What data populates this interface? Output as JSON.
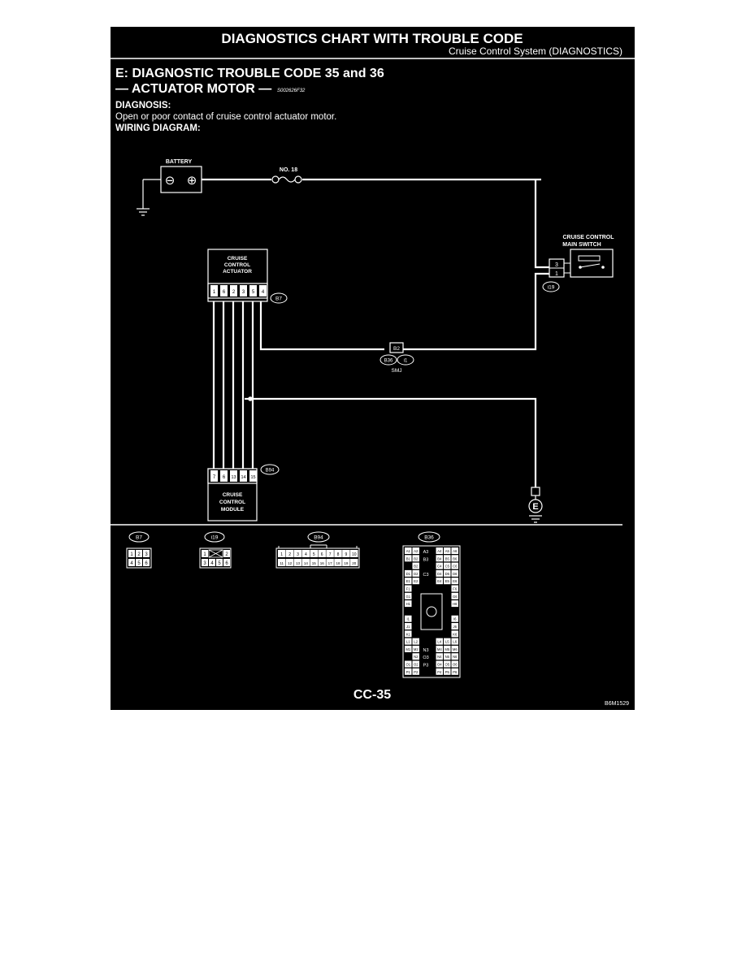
{
  "header": {
    "title": "DIAGNOSTICS CHART WITH TROUBLE CODE",
    "subtitle": "Cruise Control System (DIAGNOSTICS)"
  },
  "section": {
    "title_line1": "E:  DIAGNOSTIC TROUBLE CODE 35 and 36",
    "title_line2": "— ACTUATOR MOTOR —",
    "ref_code": "S002626F32"
  },
  "diagnosis": {
    "label": "DIAGNOSIS:",
    "text": "Open or poor contact of cruise control actuator motor.",
    "wiring_label": "WIRING DIAGRAM:"
  },
  "diagram": {
    "battery_label": "BATTERY",
    "battery_minus": "⊖",
    "battery_plus": "⊕",
    "fuse_label": "NO. 18",
    "switch_label_1": "CRUISE CONTROL",
    "switch_label_2": "MAIN SWITCH",
    "switch_pin_top": "3",
    "switch_pin_bottom": "1",
    "switch_connector": "i19",
    "actuator_label_1": "CRUISE",
    "actuator_label_2": "CONTROL",
    "actuator_label_3": "ACTUATOR",
    "actuator_pins": [
      "1",
      "6",
      "2",
      "3",
      "5",
      "4"
    ],
    "actuator_connector": "B7",
    "joint_pin": "B2",
    "joint_conn_1": "B36",
    "joint_conn_2": "i1",
    "joint_label": "SMJ",
    "module_pins": [
      "7",
      "6",
      "13",
      "14",
      "15"
    ],
    "module_connector": "B94",
    "module_label_1": "CRUISE",
    "module_label_2": "CONTROL",
    "module_label_3": "MODULE",
    "ground_symbol": "E"
  },
  "connectors": {
    "b7": {
      "label": "B7",
      "row1": [
        "1",
        "2",
        "3"
      ],
      "row2": [
        "4",
        "5",
        "6"
      ]
    },
    "i19": {
      "label": "i19",
      "row1": [
        "1",
        "",
        "2"
      ],
      "row2": [
        "3",
        "4",
        "5",
        "6"
      ]
    },
    "b94": {
      "label": "B94",
      "row1": [
        "1",
        "2",
        "3",
        "4",
        "5",
        "6",
        "7",
        "8",
        "9",
        "10"
      ],
      "row2": [
        "11",
        "12",
        "13",
        "14",
        "15",
        "16",
        "17",
        "18",
        "19",
        "20"
      ]
    },
    "b36": {
      "label": "B36",
      "left_col": [
        "A1",
        "B1",
        "",
        "D1",
        "E1",
        "F1",
        "G1",
        "H1",
        "",
        "I1",
        "J1",
        "K1",
        "L1",
        "M1",
        "",
        "O1",
        "P1"
      ],
      "left_col2": [
        "A2",
        "B2",
        "B2",
        "D2",
        "E2",
        "",
        "",
        "",
        "",
        "",
        "",
        "",
        "L2",
        "M2",
        "N2",
        "O2",
        "P2"
      ],
      "center": [
        "A3",
        "B3",
        "C3",
        "N3",
        "O3",
        "P3"
      ],
      "right_col1": [
        "A4",
        "B4",
        "C4",
        "D4",
        "E4"
      ],
      "right_col2": [
        "A5",
        "B5",
        "C5",
        "D5",
        "E5"
      ],
      "right_col3": [
        "A6",
        "B6",
        "C6",
        "D6",
        "E6",
        "F6",
        "G6",
        "H6",
        "",
        "I6",
        "J6",
        "K6",
        "L6",
        "M6",
        "N6",
        "O6",
        "P6"
      ],
      "bottom_right1": [
        "L4",
        "M4",
        "N4",
        "O4",
        "P4"
      ],
      "bottom_right2": [
        "L5",
        "M5",
        "N5",
        "O5",
        "P5"
      ]
    }
  },
  "footer": {
    "page": "CC-35",
    "figure_id": "B6M1529"
  }
}
